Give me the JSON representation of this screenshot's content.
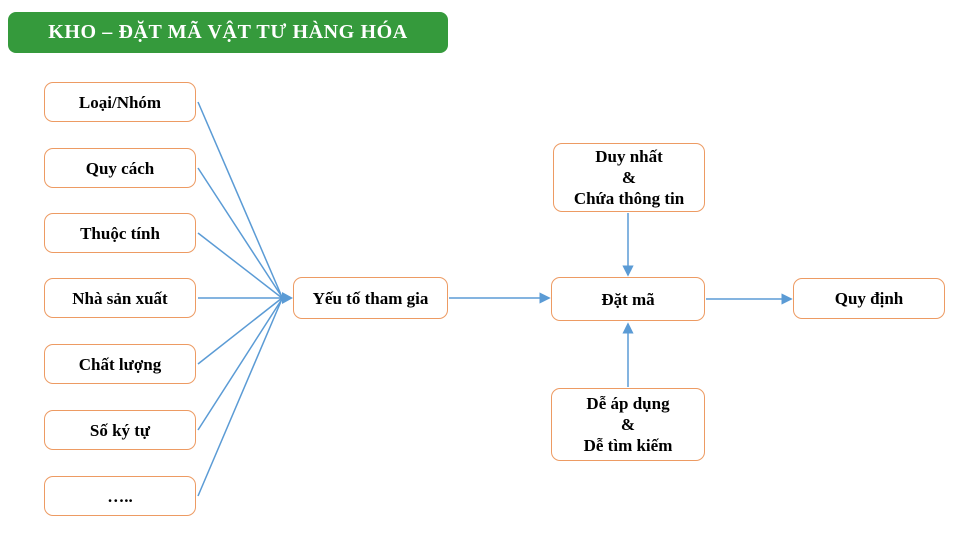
{
  "title": {
    "label": "KHO – ĐẶT MÃ VẬT TƯ HÀNG HÓA"
  },
  "colors": {
    "banner_background": "#359A3C",
    "banner_text": "#FFFFFF",
    "node_border": "#ED9B63",
    "node_background": "#FFFFFF",
    "node_text": "#000000",
    "connector": "#5B9BD5"
  },
  "factors": {
    "items": [
      "Loại/Nhóm",
      "Quy cách",
      "Thuộc tính",
      "Nhà sản xuất",
      "Chất lượng",
      "Số ký tự",
      "….."
    ]
  },
  "flow": {
    "participant": "Yếu tố tham gia",
    "coding": "Đặt mã",
    "regulation": "Quy định"
  },
  "conditions": {
    "top": {
      "line1": "Duy nhất",
      "line2": "&",
      "line3": "Chứa thông tin"
    },
    "bottom": {
      "line1": "Dễ áp dụng",
      "line2": "&",
      "line3": "Dễ tìm kiếm"
    }
  }
}
